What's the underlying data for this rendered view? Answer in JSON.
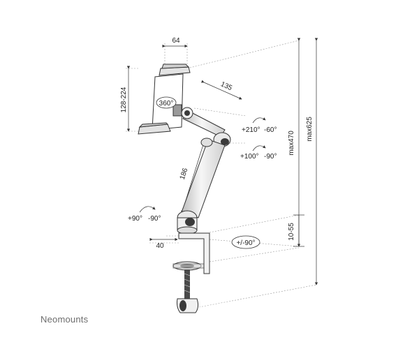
{
  "brand": "Neomounts",
  "dimensions": {
    "tablet_holder_width": "64",
    "tablet_holder_range": "128-224",
    "upper_arm_length": "135",
    "lower_arm_length": "186",
    "clamp_depth": "40",
    "desk_thickness": "10-55",
    "max_height_470": "max470",
    "max_height_625": "max625"
  },
  "rotations": {
    "holder_rotation": "360°",
    "upper_joint_left": "+210°",
    "upper_joint_right": "-60°",
    "middle_joint_left": "+100°",
    "middle_joint_right": "-90°",
    "lower_joint_left": "+90°",
    "lower_joint_right": "-90°",
    "base_swivel": "+/-90°"
  },
  "colors": {
    "line": "#333333",
    "arm_light": "#f2f2f2",
    "arm_shade": "#bdbdbd",
    "joint_dark": "#3a3a3a",
    "brand": "#6d6d6d"
  }
}
